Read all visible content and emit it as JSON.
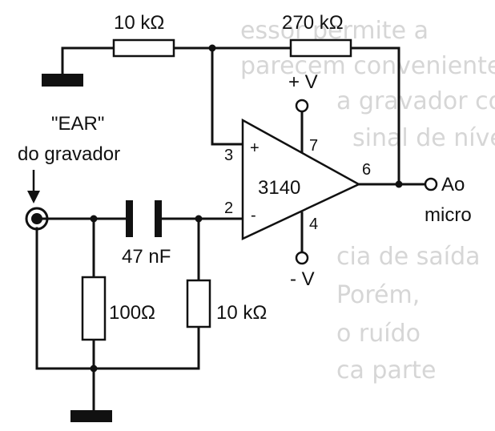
{
  "components": {
    "r_input": "10 kΩ",
    "r_feedback": "270 kΩ",
    "capacitor": "47 nF",
    "r_shunt": "100Ω",
    "r_bias": "10 kΩ",
    "opamp": "3140"
  },
  "labels": {
    "supply_pos": "+ V",
    "supply_neg": "- V",
    "input_line1": "\"EAR\"",
    "input_line2": "do gravador",
    "output_line1": "Ao",
    "output_line2": "micro"
  },
  "pins": {
    "noninverting": "3",
    "inverting": "2",
    "output": "6",
    "vpos": "7",
    "vneg": "4",
    "plus_sign": "+",
    "minus_sign": "-"
  },
  "background_text": [
    "essor permite a",
    "parecem conveniente:",
    "a gravador como",
    "sinal de nível",
    "cia de saída",
    "Porém,",
    "o ruído",
    "ca parte"
  ]
}
